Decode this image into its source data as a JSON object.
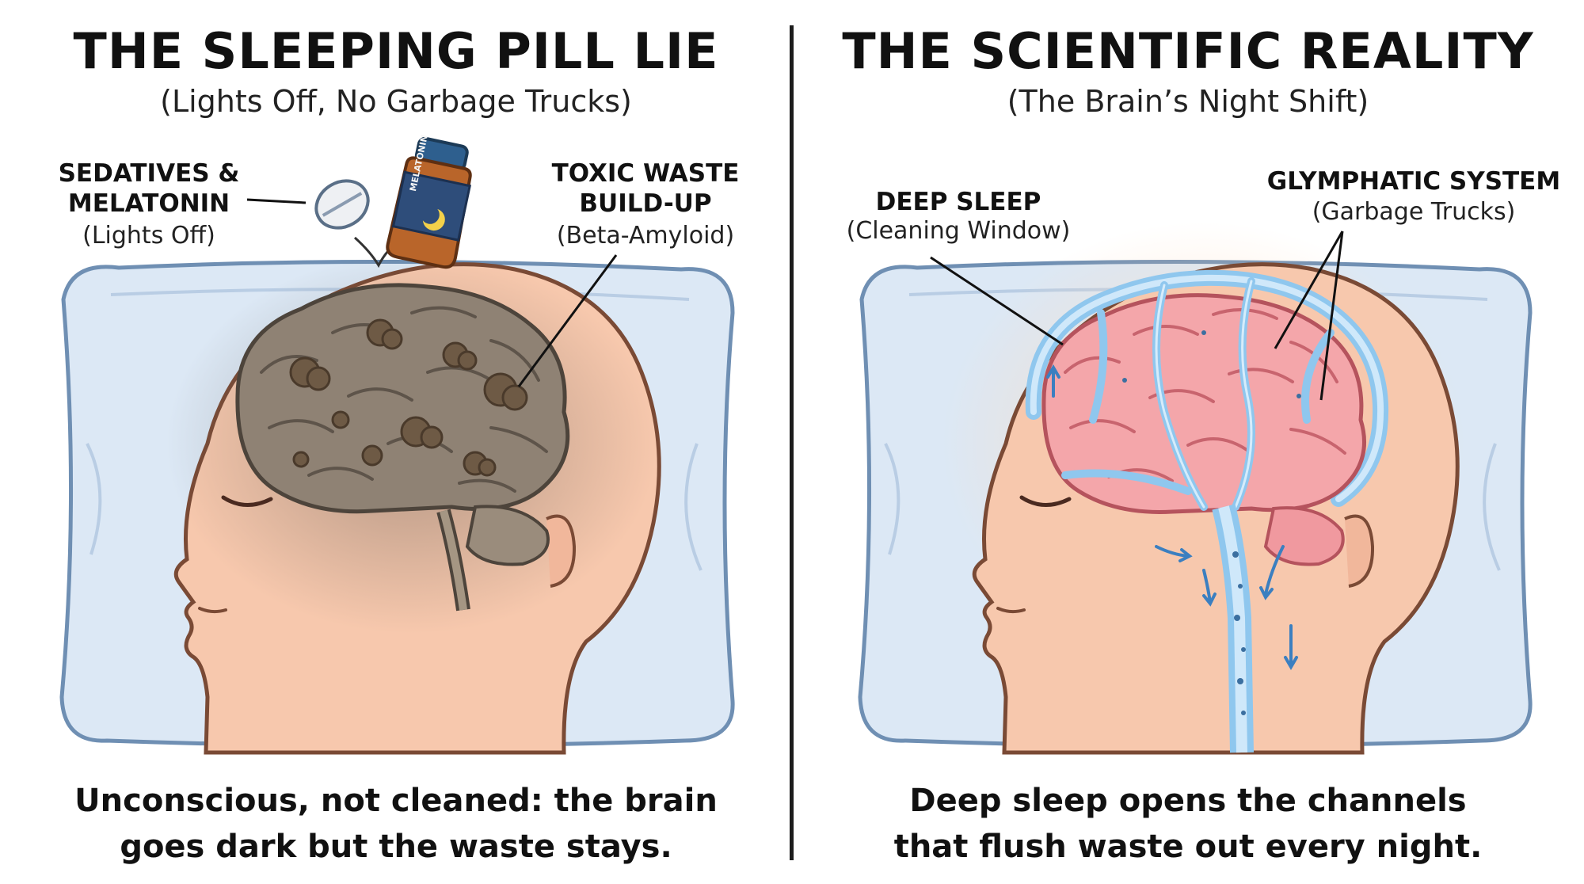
{
  "left": {
    "title": "THE SLEEPING PILL LIE",
    "subtitle": "(Lights Off, No Garbage Trucks)",
    "sedatives_label_line1": "SEDATIVES &",
    "sedatives_label_line2": "MELATONIN",
    "sedatives_sub": "(Lights Off)",
    "bottle_label": "MELATONIN",
    "toxic_label_line1": "TOXIC WASTE",
    "toxic_label_line2": "BUILD-UP",
    "toxic_sub": "(Beta-Amyloid)",
    "caption_line1": "Unconscious, not cleaned: the brain",
    "caption_line2": "goes dark but the waste stays."
  },
  "right": {
    "title": "THE SCIENTIFIC REALITY",
    "subtitle": "(The Brain’s Night Shift)",
    "deep_sleep_label": "DEEP SLEEP",
    "deep_sleep_sub": "(Cleaning Window)",
    "glymphatic_label": "GLYMPHATIC SYSTEM",
    "glymphatic_sub": "(Garbage Trucks)",
    "caption_line1": "Deep sleep opens the channels",
    "caption_line2": "that flush waste out every night."
  },
  "colors": {
    "pillow": "#dce8f5",
    "pillow_outline": "#6f8fb3",
    "skin": "#f7c8ad",
    "skin_outline": "#7a4a35",
    "dark_brain": "#8f8274",
    "waste": "#6e5a45",
    "healthy_brain": "#f4a6aa",
    "glymph_blue": "#8fc7ee",
    "bottle": "#b9652a"
  }
}
